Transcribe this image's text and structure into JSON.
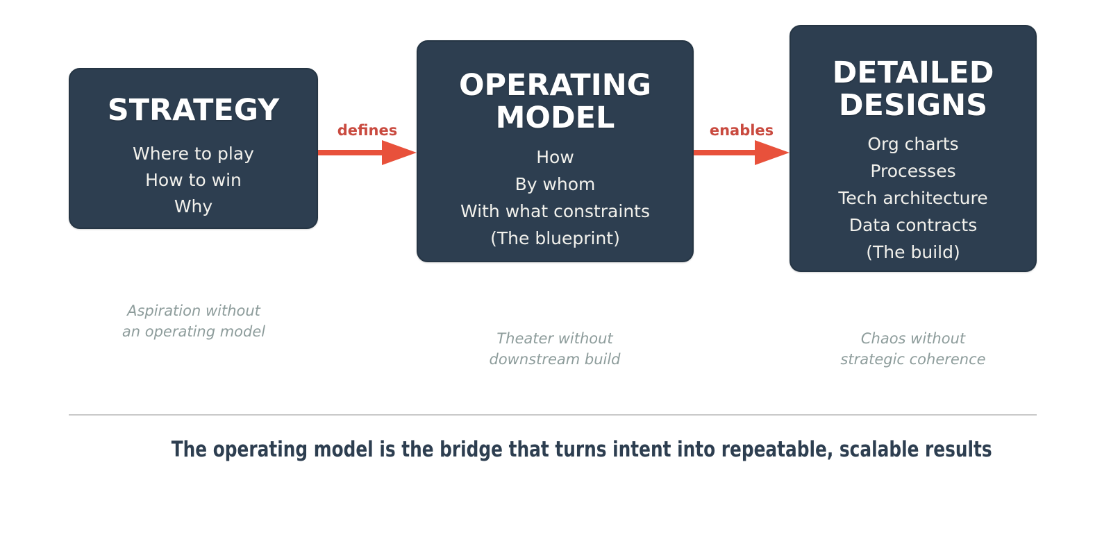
{
  "palette": {
    "background": "#ffffff",
    "box_bg": "#2d3e50",
    "box_border": "#253544",
    "box_title": "#ffffff",
    "box_text": "#f2f1ec",
    "arrow": "#e8513b",
    "arrow_label": "#c94a3f",
    "caption": "#8d9c9b",
    "divider": "#c9c9c9",
    "statement": "#2d3e50"
  },
  "diagram": {
    "boxes": [
      {
        "title": "STRATEGY",
        "items": [
          "Where to play",
          "How to win",
          "Why"
        ],
        "caption_lines": [
          "Aspiration without",
          "an operating model"
        ]
      },
      {
        "title": "OPERATING MODEL",
        "items": [
          "How",
          "By whom",
          "With what constraints",
          "(The blueprint)"
        ],
        "caption_lines": [
          "Theater without",
          "downstream build"
        ]
      },
      {
        "title": "DETAILED DESIGNS",
        "items": [
          "Org charts",
          "Processes",
          "Tech architecture",
          "Data contracts",
          "(The build)"
        ],
        "caption_lines": [
          "Chaos without",
          "strategic coherence"
        ]
      }
    ],
    "connectors": [
      {
        "label": "defines"
      },
      {
        "label": "enables"
      }
    ],
    "statement": "The operating model is the bridge that turns intent into repeatable, scalable results"
  }
}
